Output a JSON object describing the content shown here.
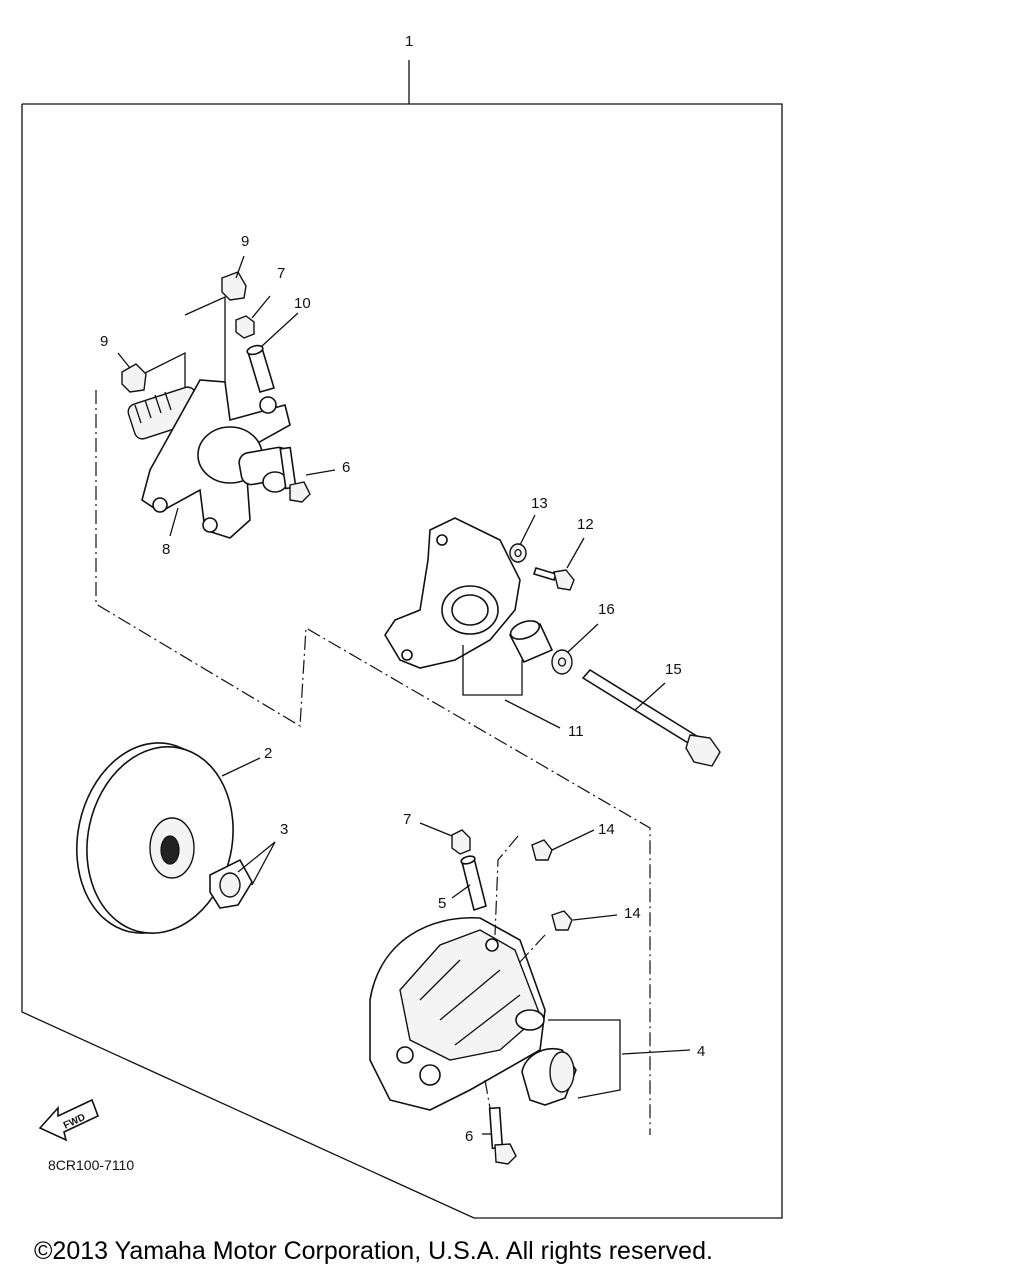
{
  "callouts": {
    "n1": "1",
    "n2": "2",
    "n3": "3",
    "n4": "4",
    "n5": "5",
    "n6a": "6",
    "n6b": "6",
    "n7a": "7",
    "n7b": "7",
    "n8": "8",
    "n9a": "9",
    "n9b": "9",
    "n10": "10",
    "n11": "11",
    "n12": "12",
    "n13": "13",
    "n14a": "14",
    "n14b": "14",
    "n15": "15",
    "n16": "16"
  },
  "fwd_label": "FWD",
  "diagram_code": "8CR100-7110",
  "copyright": "©2013 Yamaha Motor Corporation, U.S.A. All rights reserved."
}
